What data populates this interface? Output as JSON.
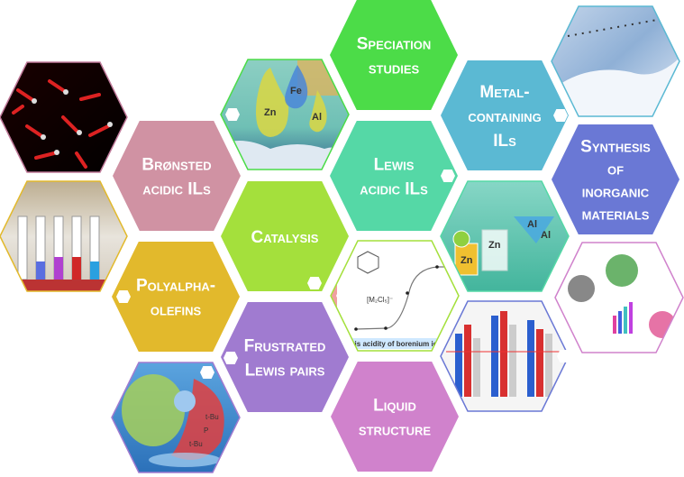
{
  "topics": [
    {
      "id": "speciation",
      "lines": [
        "Speciation",
        "studies"
      ],
      "color": "#4cdc48"
    },
    {
      "id": "metal",
      "lines": [
        "Metal-",
        "containing",
        "ILs"
      ],
      "color": "#5bb9d3"
    },
    {
      "id": "lewis",
      "lines": [
        "Lewis",
        "acidic ILs"
      ],
      "color": "#55d8a6"
    },
    {
      "id": "bronsted",
      "lines": [
        "Brønsted",
        "acidic ILs"
      ],
      "color": "#d092a3"
    },
    {
      "id": "synthesis",
      "lines": [
        "Synthesis",
        "of",
        "inorganic",
        "materials"
      ],
      "color": "#6a78d5"
    },
    {
      "id": "catalysis",
      "lines": [
        "Catalysis"
      ],
      "color": "#a4e03c"
    },
    {
      "id": "polyalpha",
      "lines": [
        "Polyalpha-",
        "olefins"
      ],
      "color": "#e2b92c"
    },
    {
      "id": "frustrated",
      "lines": [
        "Frustrated",
        "Lewis pairs"
      ],
      "color": "#a07bd0"
    },
    {
      "id": "liquid",
      "lines": [
        "Liquid",
        "structure"
      ],
      "color": "#d082cc"
    }
  ],
  "images": {
    "drops": {
      "elements": [
        "Zn",
        "Fe",
        "Al"
      ]
    },
    "graph": {
      "anion": "[M₂Cl₅]⁻",
      "caption": "Lewis acidity of borenium ionic li"
    },
    "cocktail": {
      "elements": [
        "Zn",
        "Zn",
        "Al",
        "Al"
      ]
    },
    "frustrated_pair": {
      "groups": [
        "t-Bu",
        "P",
        "t-Bu"
      ]
    }
  }
}
